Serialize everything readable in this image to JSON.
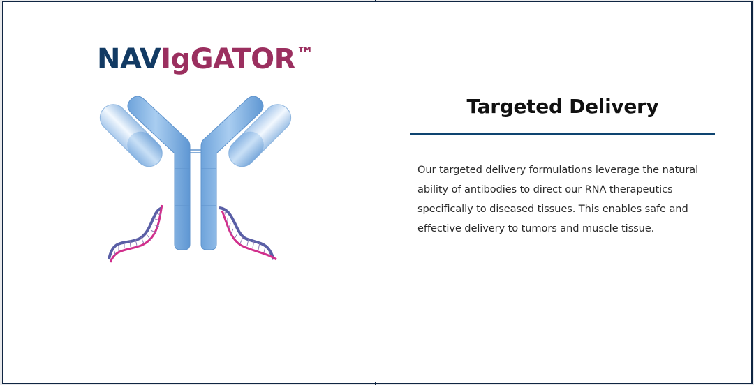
{
  "logo": {
    "part1": "NAV",
    "part2": "IgGATOR",
    "trademark": "™",
    "colors": {
      "part1": "#123a63",
      "part2": "#9b2f5f"
    }
  },
  "illustration": {
    "label": "antibody-with-rna-strands",
    "colors": {
      "antibody": "#7fb0e2",
      "strand_pink": "#d12f8c",
      "strand_blue": "#5a5fa6"
    }
  },
  "panel": {
    "title": "Targeted Delivery",
    "divider_color": "#0e4470",
    "body_lines": [
      "Our targeted delivery formulations leverage the natural",
      "ability of antibodies to direct our RNA therapeutics",
      "specifically to diseased tissues. This enables safe and",
      "effective delivery to tumors and muscle tissue."
    ]
  },
  "frame": {
    "border_color": "#0f2542"
  }
}
